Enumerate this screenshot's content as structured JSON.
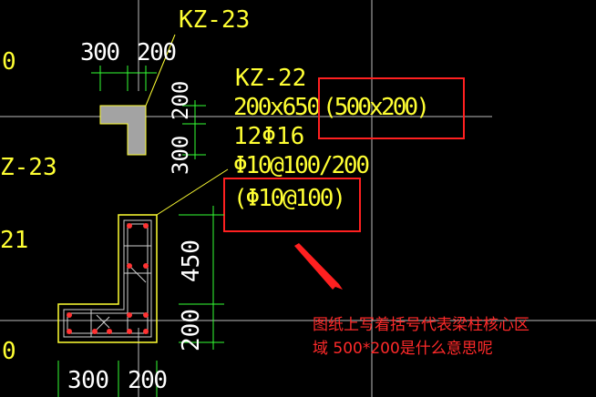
{
  "colors": {
    "background": "#000000",
    "axis_line": "#cfcfcf",
    "annotation": "#ffff33",
    "dimension": "#ffffff",
    "dim_tick": "#33ff33",
    "highlight": "#ff2020",
    "fill": "#a0a0a0",
    "rebar": "#ff3333"
  },
  "labels": {
    "kz23_top": "KZ-23",
    "kz22": "KZ-22",
    "size": "200x650",
    "size_boxed": "(500x200)",
    "rebar_main": "12Φ16",
    "stirrup": "Φ10@100/200",
    "stirrup_boxed": "(Φ10@100)",
    "kz23_left": "Z-23",
    "left_21": "21",
    "left_0_top": "0",
    "left_0_bottom": "0"
  },
  "dimensions": {
    "top_300": "300",
    "top_200": "200",
    "side_200": "200",
    "side_300": "300",
    "vert_450": "450",
    "vert_200": "200",
    "bottom_300": "300",
    "bottom_200": "200"
  },
  "note": {
    "line1": "图纸上写着括号代表梁柱核心区",
    "line2": "域 500*200是什么意思呢"
  }
}
